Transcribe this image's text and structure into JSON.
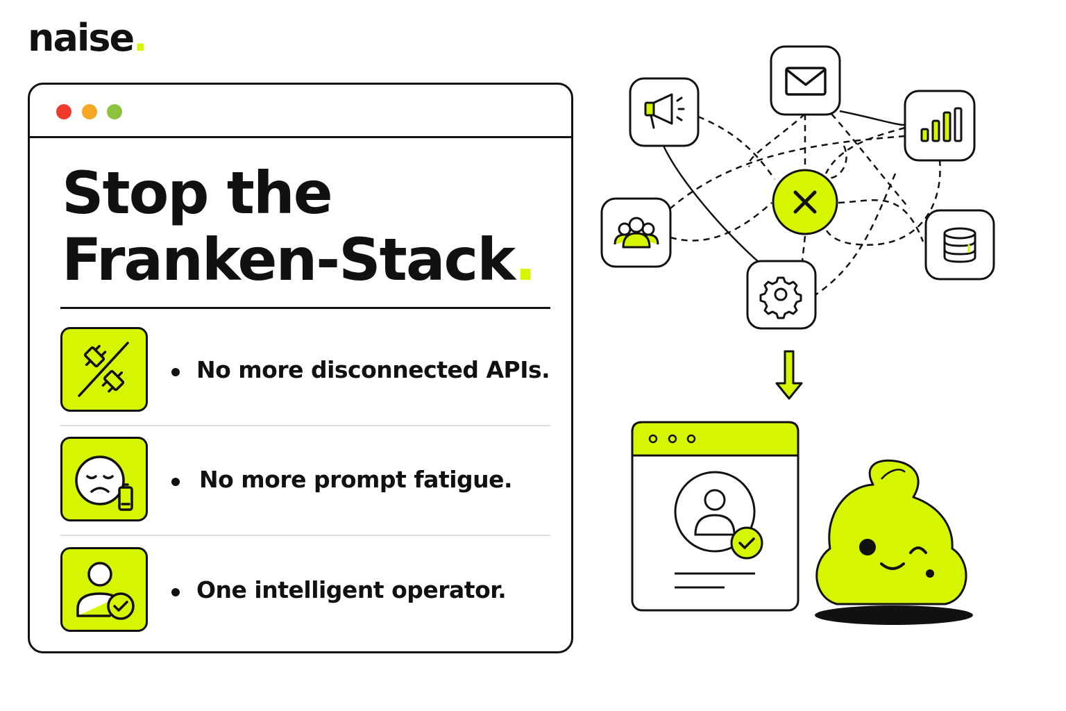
{
  "brand": {
    "name": "naise",
    "dot": ".",
    "accent": "#d6f500"
  },
  "window": {
    "controls": [
      "#f03a2c",
      "#f5a623",
      "#8dc23f"
    ]
  },
  "headline": {
    "line1": "Stop the",
    "line2": "Franken-Stack",
    "dot": "."
  },
  "features": [
    {
      "icon": "broken-plug-icon",
      "text": "No more disconnected APIs."
    },
    {
      "icon": "tired-face-battery-icon",
      "text": "No more prompt fatigue."
    },
    {
      "icon": "user-check-icon",
      "text": "One intelligent operator."
    }
  ],
  "diagram": {
    "nodes": [
      "megaphone-icon",
      "mail-icon",
      "bar-chart-icon",
      "team-icon",
      "x-icon",
      "database-icon",
      "gear-icon"
    ],
    "arrow": "arrow-down-icon",
    "result": [
      "operator-window",
      "user-check-icon",
      "mascot-blob"
    ]
  }
}
